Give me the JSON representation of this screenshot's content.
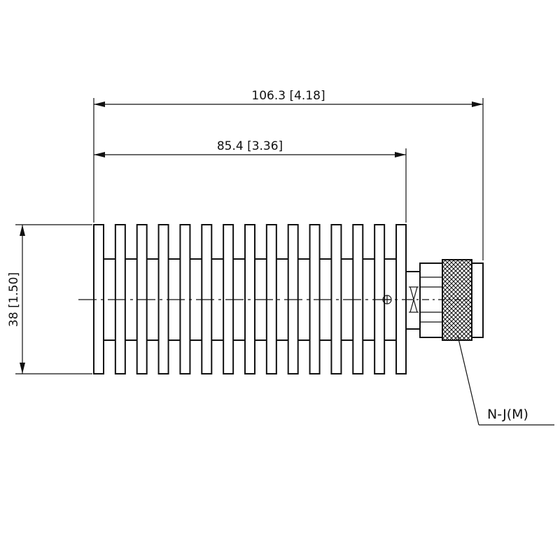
{
  "dimensions": {
    "overall_length": "106.3 [4.18]",
    "body_length": "85.4 [3.36]",
    "height": "38 [1.50]"
  },
  "connector": {
    "label": "N-J(M)"
  },
  "heatsink": {
    "fin_count": 15
  }
}
